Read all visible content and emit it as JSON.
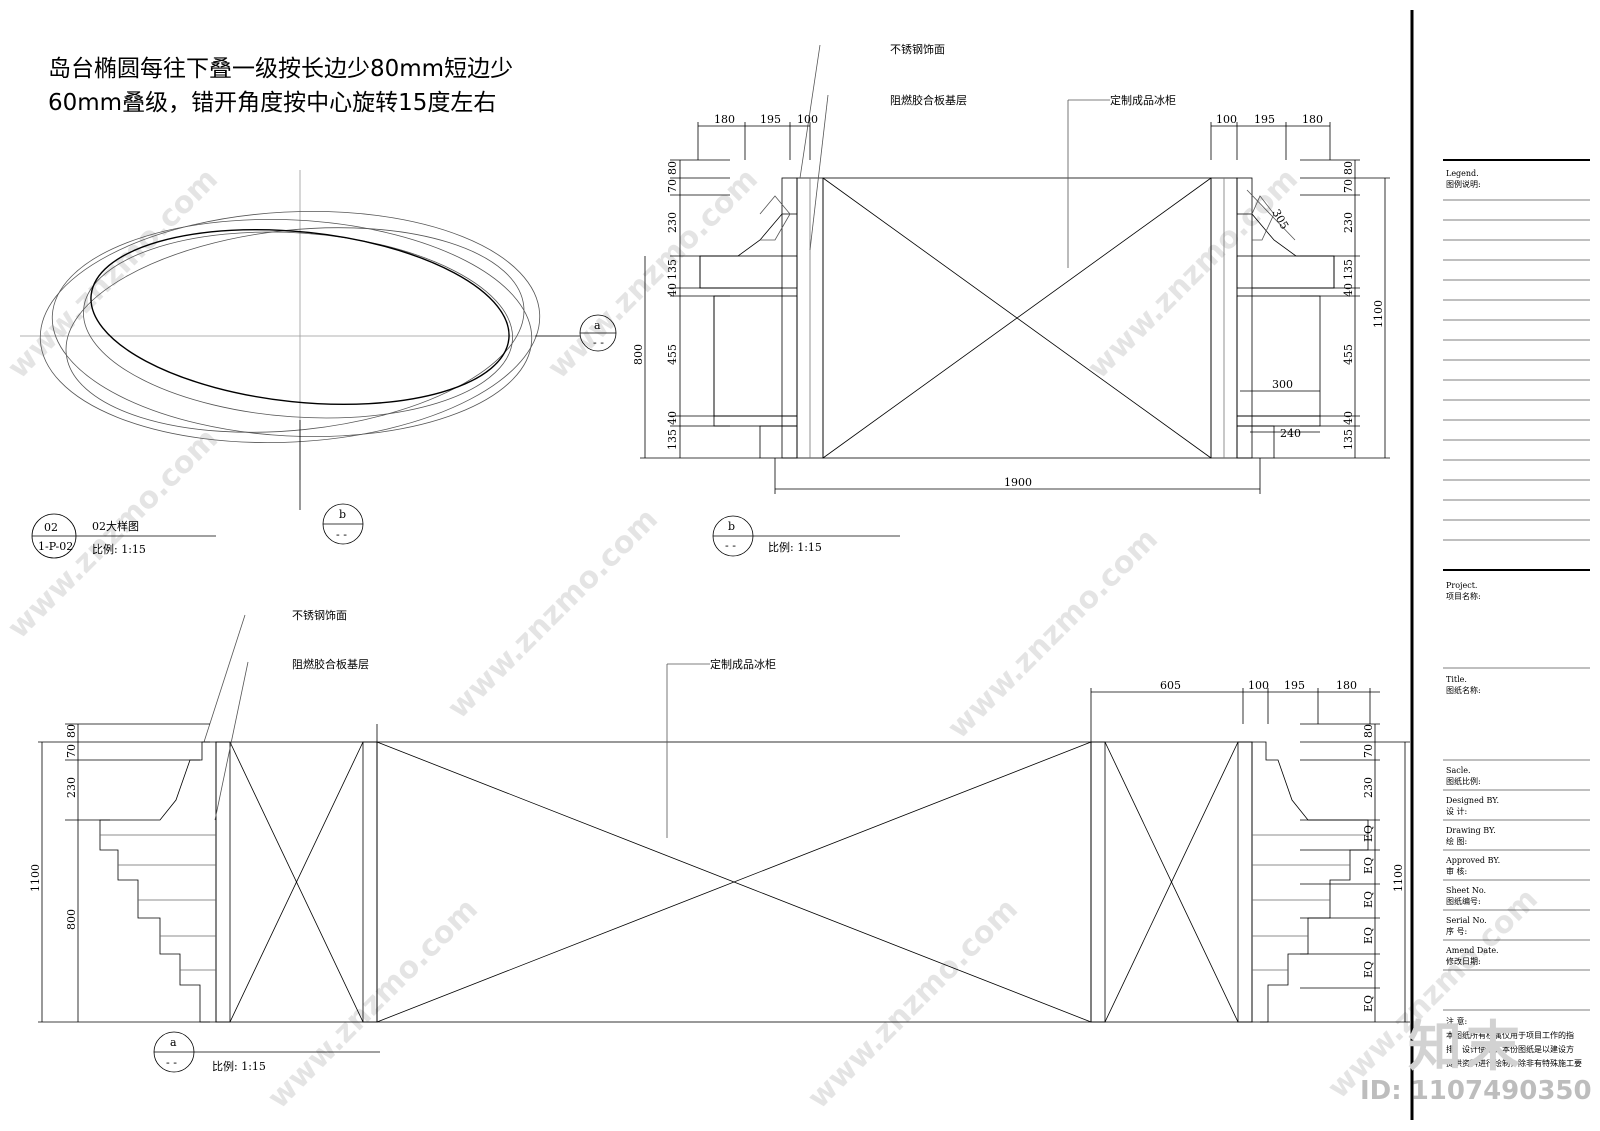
{
  "note": "岛台椭圆每往下叠一级按长边少80mm短边少60mm叠级，错开角度按中心旋转15度左右",
  "plan": {
    "num": "02",
    "ref": "1-P-02",
    "title": "02大样图",
    "scale": "比例:  1:15",
    "sec_a": "a",
    "sec_b": "b",
    "dash": "- -"
  },
  "section_b": {
    "marker": "b",
    "dash": "- -",
    "scale": "比例:  1:15",
    "label_steel": "不锈钢饰面",
    "label_ply": "阻燃胶合板基层",
    "label_fridge": "定制成品冰柜",
    "dims_top_left": [
      "180",
      "195",
      "100"
    ],
    "dims_top_right": [
      "100",
      "195",
      "180"
    ],
    "dims_left": [
      "80",
      "70",
      "230",
      "135",
      "40",
      "455",
      "40",
      "135"
    ],
    "dim_left_total": "800",
    "dims_right": [
      "80",
      "70",
      "230",
      "135",
      "40",
      "455",
      "40",
      "135"
    ],
    "dim_right_total": "1100",
    "dim_305": "305",
    "dim_300": "300",
    "dim_240": "240",
    "dim_bottom": "1900"
  },
  "section_a": {
    "marker": "a",
    "dash": "- -",
    "scale": "比例:  1:15",
    "label_steel": "不锈钢饰面",
    "label_ply": "阻燃胶合板基层",
    "label_fridge": "定制成品冰柜",
    "dims_top_right": [
      "605",
      "100",
      "195",
      "180"
    ],
    "dims_left": [
      "80",
      "70",
      "230"
    ],
    "dim_left_800": "800",
    "dim_left_total": "1100",
    "dims_right": [
      "80",
      "70",
      "230",
      "EQ",
      "EQ",
      "EQ",
      "EQ",
      "EQ",
      "EQ"
    ],
    "dim_right_total": "1100"
  },
  "title_block": {
    "legend_en": "Legend.",
    "legend_cn": "图例说明:",
    "project_en": "Project.",
    "project_cn": "项目名称:",
    "title_en": "Title.",
    "title_cn": "图纸名称:",
    "scale_en": "Sacle.",
    "scale_cn": "图纸比例:",
    "designed_en": "Designed BY.",
    "designed_cn": "设   计:",
    "drawing_en": "Drawing BY.",
    "drawing_cn": "绘   图:",
    "approved_en": "Approved BY.",
    "approved_cn": "审   核:",
    "sheet_en": "Sheet No.",
    "sheet_cn": "图纸编号:",
    "serial_en": "Serial No.",
    "serial_cn": "序   号:",
    "amend_en": "Amend Date.",
    "amend_cn": "修改日期:",
    "notes": [
      "注 意:",
      "本图纸所有权属仅用于项目工作的指",
      "排、设计使用，本份图纸是以建设方",
      "提供资料进行绘制，除非有特殊施工要"
    ]
  },
  "watermark": {
    "text": "www.znzmo.com",
    "logo": "知末",
    "id": "ID: 1107490350"
  }
}
